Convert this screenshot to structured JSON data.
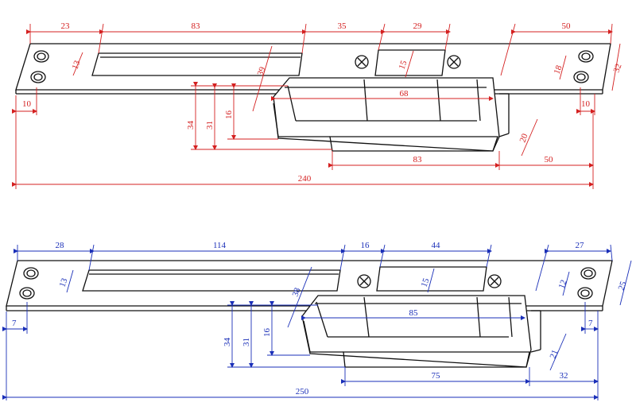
{
  "colors": {
    "drawing": "#111111",
    "dim_top": "#d42020",
    "dim_bottom": "#1a2fb8",
    "background": "#ffffff"
  },
  "top_drawing": {
    "dims": {
      "left_end": "23",
      "slot": "83",
      "center_gap": "35",
      "center_slot": "29",
      "right_end": "50",
      "slot_height": "13",
      "hole_spacing_right": "18",
      "plate_height": "32",
      "center_slot_height": "15",
      "body_height": "39",
      "body_width": "68",
      "hole_inset_left": "10",
      "hole_inset_right": "10",
      "depth_34": "34",
      "depth_31": "31",
      "depth_16": "16",
      "body_depth": "20",
      "bottom_length": "83",
      "bottom_right": "50",
      "overall": "240"
    }
  },
  "bottom_drawing": {
    "dims": {
      "left_end": "28",
      "slot": "114",
      "center_gap": "16",
      "center_slot": "44",
      "right_end": "27",
      "slot_height": "13",
      "hole_spacing_right": "12",
      "plate_height": "25",
      "center_slot_height": "15",
      "body_height": "38",
      "body_width": "85",
      "hole_inset_left": "7",
      "hole_inset_right": "7",
      "depth_34": "34",
      "depth_31": "31",
      "depth_16": "16",
      "body_depth": "21",
      "bottom_length": "75",
      "bottom_right": "32",
      "overall": "250"
    }
  }
}
